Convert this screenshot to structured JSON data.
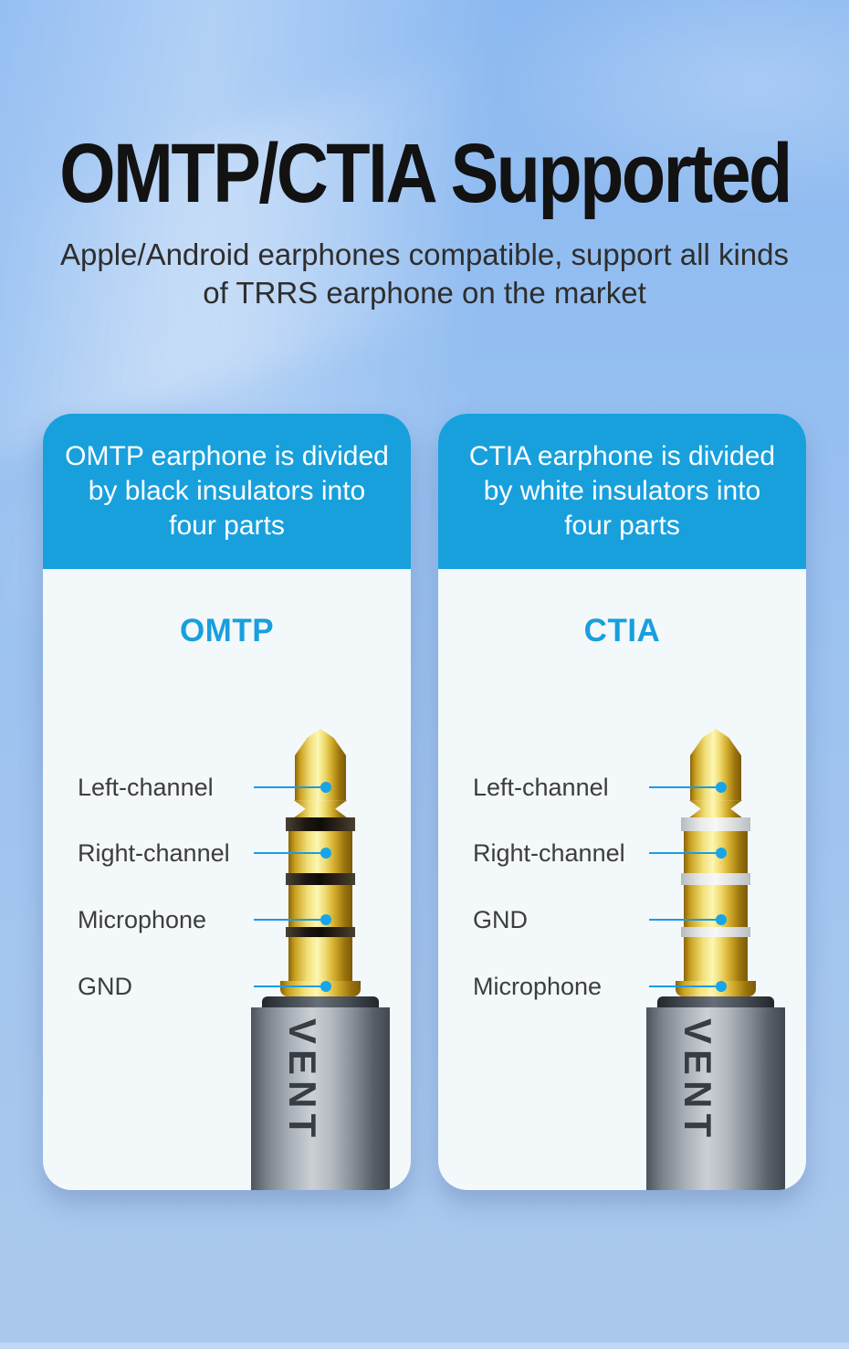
{
  "page": {
    "title": "OMTP/CTIA Supported",
    "subtitle_line1": "Apple/Android earphones compatible, support all kinds",
    "subtitle_line2": "of TRRS earphone on the market"
  },
  "colors": {
    "background_blue": "#9ac1ef",
    "header_blue": "#18a0dd",
    "accent_blue": "#1a9ce4",
    "card_background": "#f3f8fb",
    "title_color": "#121212",
    "label_color": "#3d3d3d",
    "plug_gold": "#f2e07b",
    "insulator_black": "#1b160f",
    "insulator_white": "#f0f1ef",
    "barrel_gray": "#a9afb8"
  },
  "cards": [
    {
      "id": "omtp",
      "header": "OMTP earphone is divided by black insulators into four parts",
      "name": "OMTP",
      "insulator_color": "black",
      "pins": [
        "Left-channel",
        "Right-channel",
        "Microphone",
        "GND"
      ],
      "brand": "VENT"
    },
    {
      "id": "ctia",
      "header": "CTIA earphone is divided by white insulators into four parts",
      "name": "CTIA",
      "insulator_color": "white",
      "pins": [
        "Left-channel",
        "Right-channel",
        "GND",
        "Microphone"
      ],
      "brand": "VENT"
    }
  ]
}
